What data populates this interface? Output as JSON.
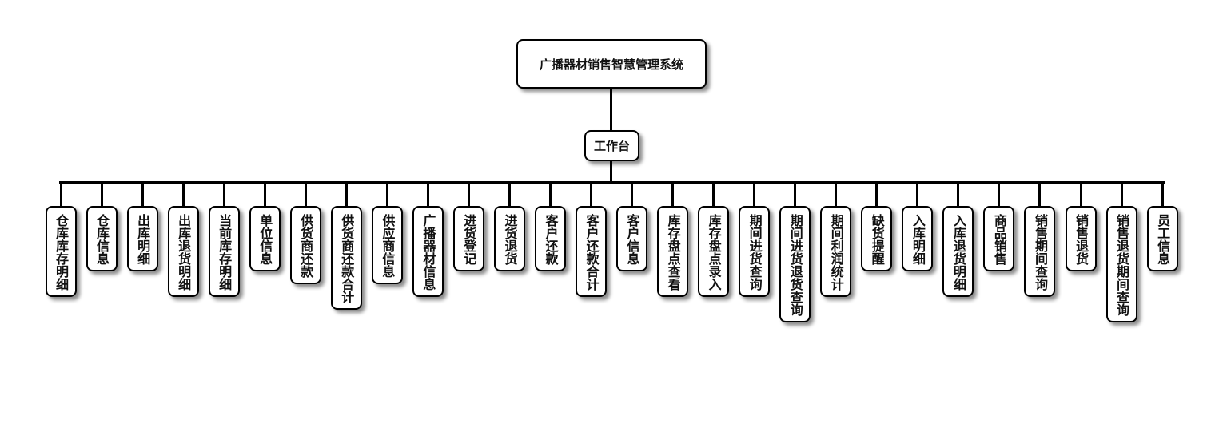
{
  "root": {
    "label": "广播器材销售智慧管理系统"
  },
  "workbench": {
    "label": "工作台"
  },
  "modules": [
    "仓库库存明细",
    "仓库信息",
    "出库明细",
    "出库退货明细",
    "当前库存明细",
    "单位信息",
    "供货商还款",
    "供货商还款合计",
    "供应商信息",
    "广播器材信息",
    "进货登记",
    "进货退货",
    "客户还款",
    "客户还款合计",
    "客户信息",
    "库存盘点查看",
    "库存盘点录入",
    "期间进货查询",
    "期间进货退货查询",
    "期间利润统计",
    "缺货提醒",
    "入库明细",
    "入库退货明细",
    "商品销售",
    "销售期间查询",
    "销售退货",
    "销售退货期间查询",
    "员工信息"
  ]
}
